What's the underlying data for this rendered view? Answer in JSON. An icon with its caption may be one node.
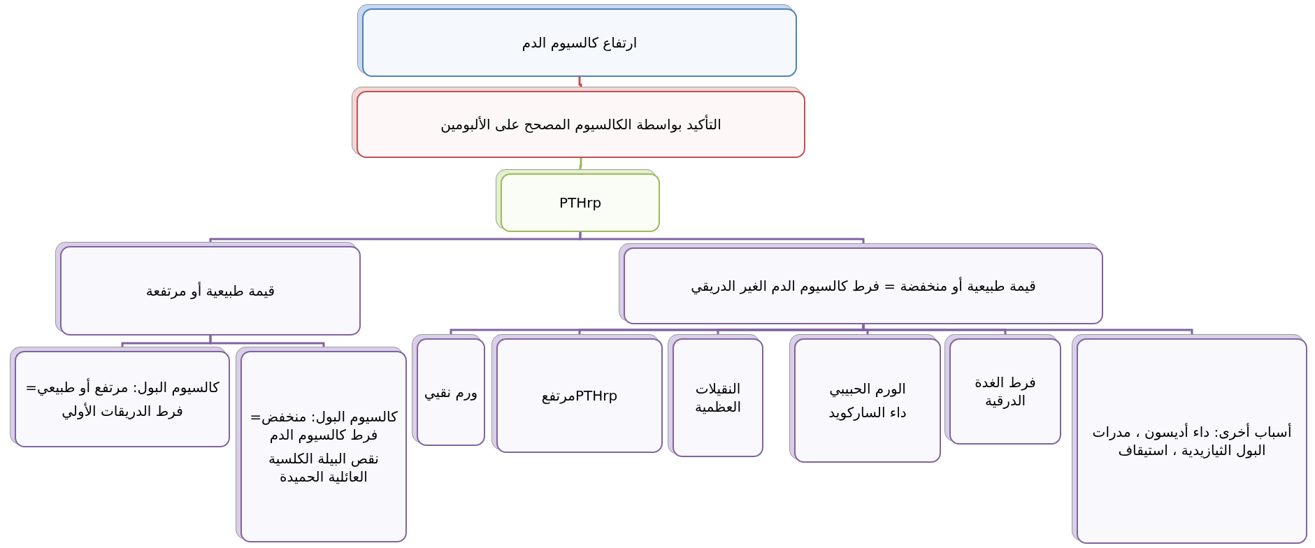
{
  "diagram": {
    "nodes": [
      {
        "text": [
          "ارتفاع كالسيوم الدم"
        ]
      },
      {
        "text": [
          "التأكيد بواسطة الكالسيوم المصحح على الألبومين"
        ]
      },
      {
        "text": [
          "PTHrp"
        ]
      },
      {
        "text": [
          "قيمة طبيعية أو منخفضة = فرط كالسيوم الدم الغير الدريقي"
        ]
      },
      {
        "text": [
          "قيمة طبيعية أو مرتفعة"
        ]
      },
      {
        "text": [
          "أسباب أخرى: داء أديسون ، مدرات البول الثيازيدية ، استيقاف"
        ]
      },
      {
        "text": [
          "فرط الغدة الدرقية"
        ]
      },
      {
        "text": [
          "الورم الحبيبي",
          "داء الساركويد"
        ]
      },
      {
        "text": [
          "النقيلات العظمية"
        ]
      },
      {
        "text": [
          "PTHrpمرتفع"
        ]
      },
      {
        "text": [
          "ورم نقيي"
        ]
      },
      {
        "text": [
          "كالسيوم البول: منخفض= فرط كالسيوم الدم",
          "نقص البيلة الكلسية العائلية الحميدة"
        ]
      },
      {
        "text": [
          "كالسيوم البول: مرتفع أو طبيعي=",
          "فرط الدريقات الأولي"
        ]
      }
    ],
    "edges": [
      {
        "from": 0,
        "to": 1,
        "arrow": "none",
        "color": "#c0504d"
      },
      {
        "from": 1,
        "to": 2,
        "arrow": "none",
        "color": "#9bbb59"
      },
      {
        "from": 2,
        "to": 3,
        "arrow": "none"
      },
      {
        "from": 2,
        "to": 4,
        "arrow": "none"
      },
      {
        "from": 3,
        "to": 5,
        "arrow": "none"
      },
      {
        "from": 3,
        "to": 6,
        "arrow": "none"
      },
      {
        "from": 3,
        "to": 7,
        "arrow": "none"
      },
      {
        "from": 3,
        "to": 8,
        "arrow": "none"
      },
      {
        "from": 3,
        "to": 9,
        "arrow": "none"
      },
      {
        "from": 3,
        "to": 10,
        "arrow": "none"
      },
      {
        "from": 4,
        "to": 11,
        "arrow": "none"
      },
      {
        "from": 4,
        "to": 12,
        "arrow": "none"
      }
    ]
  }
}
